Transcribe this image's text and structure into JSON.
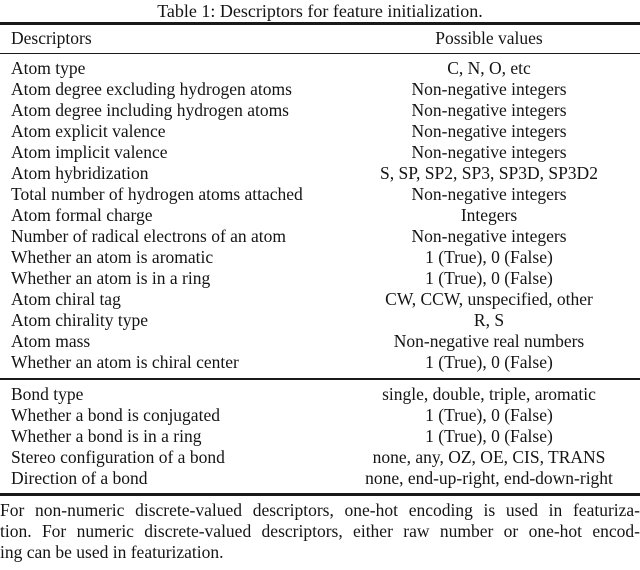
{
  "title": "Table 1: Descriptors for feature initialization.",
  "table": {
    "columns": [
      "Descriptors",
      "Possible values"
    ],
    "sections": [
      {
        "name": "atom-descriptors",
        "rows": [
          {
            "descriptor": "Atom type",
            "values": "C, N, O, etc"
          },
          {
            "descriptor": "Atom degree excluding hydrogen atoms",
            "values": "Non-negative integers"
          },
          {
            "descriptor": "Atom degree including hydrogen atoms",
            "values": "Non-negative integers"
          },
          {
            "descriptor": "Atom explicit valence",
            "values": "Non-negative integers"
          },
          {
            "descriptor": "Atom implicit valence",
            "values": "Non-negative integers"
          },
          {
            "descriptor": "Atom hybridization",
            "values": "S, SP, SP2, SP3, SP3D, SP3D2"
          },
          {
            "descriptor": "Total number of hydrogen atoms attached",
            "values": "Non-negative integers"
          },
          {
            "descriptor": "Atom formal charge",
            "values": "Integers"
          },
          {
            "descriptor": "Number of radical electrons of an atom",
            "values": "Non-negative integers"
          },
          {
            "descriptor": "Whether an atom is aromatic",
            "values": "1 (True), 0 (False)"
          },
          {
            "descriptor": "Whether an atom is in a ring",
            "values": "1 (True), 0 (False)"
          },
          {
            "descriptor": "Atom chiral tag",
            "values": "CW, CCW, unspecified, other"
          },
          {
            "descriptor": "Atom chirality type",
            "values": "R, S"
          },
          {
            "descriptor": "Atom mass",
            "values": "Non-negative real numbers"
          },
          {
            "descriptor": "Whether an atom is chiral center",
            "values": "1 (True), 0 (False)"
          }
        ]
      },
      {
        "name": "bond-descriptors",
        "rows": [
          {
            "descriptor": "Bond type",
            "values": "single, double, triple, aromatic"
          },
          {
            "descriptor": "Whether a bond is conjugated",
            "values": "1 (True), 0 (False)"
          },
          {
            "descriptor": "Whether a bond is in a ring",
            "values": "1 (True), 0 (False)"
          },
          {
            "descriptor": "Stereo configuration of a bond",
            "values": "none, any, OZ, OE, CIS, TRANS"
          },
          {
            "descriptor": "Direction of a bond",
            "values": "none, end-up-right, end-down-right"
          }
        ]
      }
    ]
  },
  "footnote": {
    "lines": [
      "For non-numeric discrete-valued descriptors, one-hot encoding is used in featuriza-",
      "tion. For numeric discrete-valued descriptors, either raw number or one-hot encod-",
      "ing can be used in featurization."
    ]
  },
  "colors": {
    "background": "#ffffff",
    "text": "#141414",
    "rule": "#1a1a1a"
  }
}
